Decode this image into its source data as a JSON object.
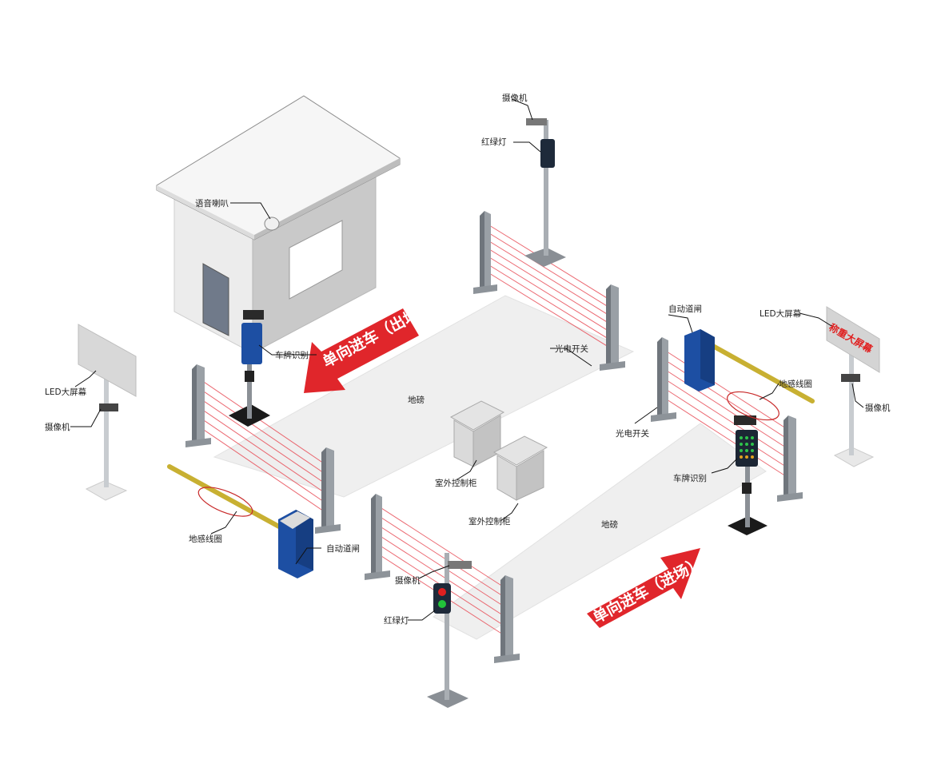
{
  "colors": {
    "arrow_red": "#e0262b",
    "barrier_blue": "#1d4fa3",
    "barrier_arm": "#c8b032",
    "beam_red": "#e8505a",
    "kiosk_wall": "#f2f2f2",
    "pole_gray": "#9aa0a6",
    "scale_platform": "#efefef"
  },
  "arrows": {
    "exit": "单向进车（出场）",
    "entry": "单向进车（进场）"
  },
  "led_screen_text": "称重大屏幕",
  "labels": {
    "speaker": "语音喇叭",
    "camera_top": "摄像机",
    "light_top": "红绿灯",
    "plate_left": "车牌识别",
    "photo_switch_top": "光电开关",
    "barrier_top_right": "自动道闸",
    "led_right": "LED大屏幕",
    "loop_right": "地感线圈",
    "camera_right": "摄像机",
    "led_left": "LED大屏幕",
    "camera_left": "摄像机",
    "scale_left": "地磅",
    "photo_switch_right": "光电开关",
    "plate_right": "车牌识别",
    "cabinet_1": "室外控制柜",
    "cabinet_2": "室外控制柜",
    "loop_left": "地感线圈",
    "barrier_bottom_left": "自动道闸",
    "scale_right": "地磅",
    "camera_bottom": "摄像机",
    "light_bottom": "红绿灯"
  }
}
